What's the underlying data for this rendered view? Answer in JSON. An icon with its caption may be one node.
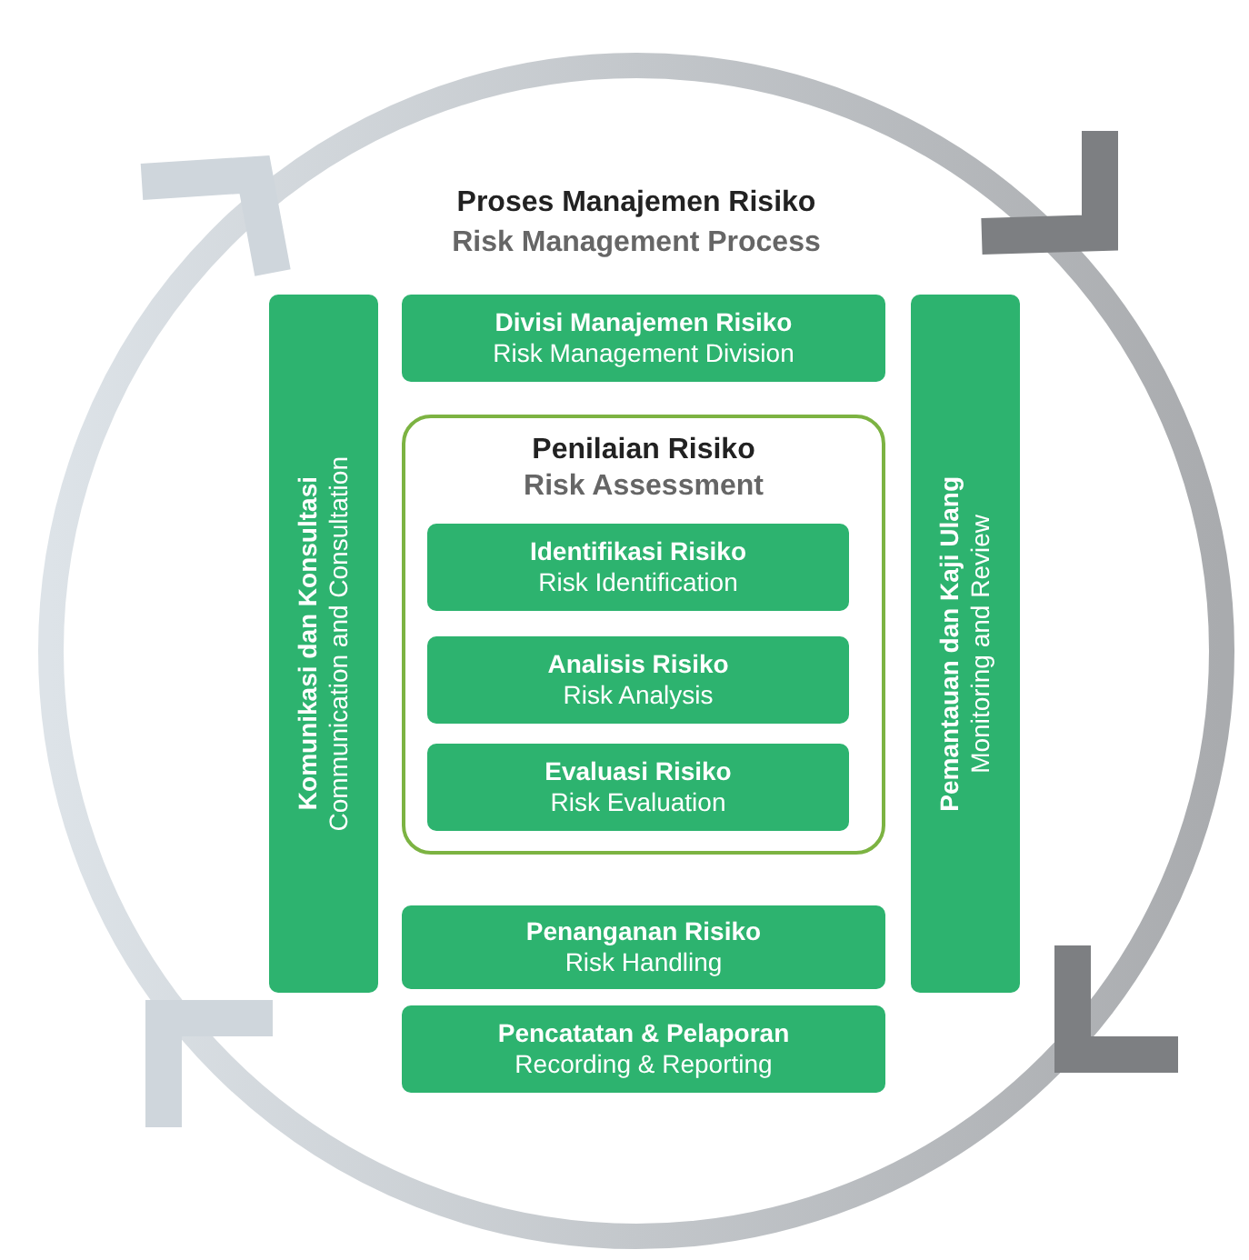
{
  "diagram": {
    "title": "Proses Manajemen Risiko",
    "nodes": [
      {
        "text": [
          "Komunikasi dan Konsultasi",
          "Communication and Consultation"
        ]
      },
      {
        "text": [
          "Divisi Manajemen Risiko",
          "Risk Management Division"
        ]
      },
      {
        "text": [
          "Penilaian Risiko",
          "Risk Assessment"
        ]
      },
      {
        "text": [
          "Identifikasi Risiko",
          "Risk Identification"
        ],
        "in": 2
      },
      {
        "text": [
          "Analisis Risiko",
          "Risk Analysis"
        ],
        "in": 2
      },
      {
        "text": [
          "Evaluasi Risiko",
          "Risk Evaluation"
        ],
        "in": 2
      },
      {
        "text": [
          "Penanganan Risiko",
          "Risk Handling"
        ]
      },
      {
        "text": [
          "Pencatatan & Pelaporan",
          "Recording & Reporting"
        ]
      },
      {
        "text": [
          "Pemantauan dan Kaji Ulang",
          "Monitoring and Review"
        ]
      }
    ],
    "labels": [
      "Risk Management Process"
    ]
  }
}
